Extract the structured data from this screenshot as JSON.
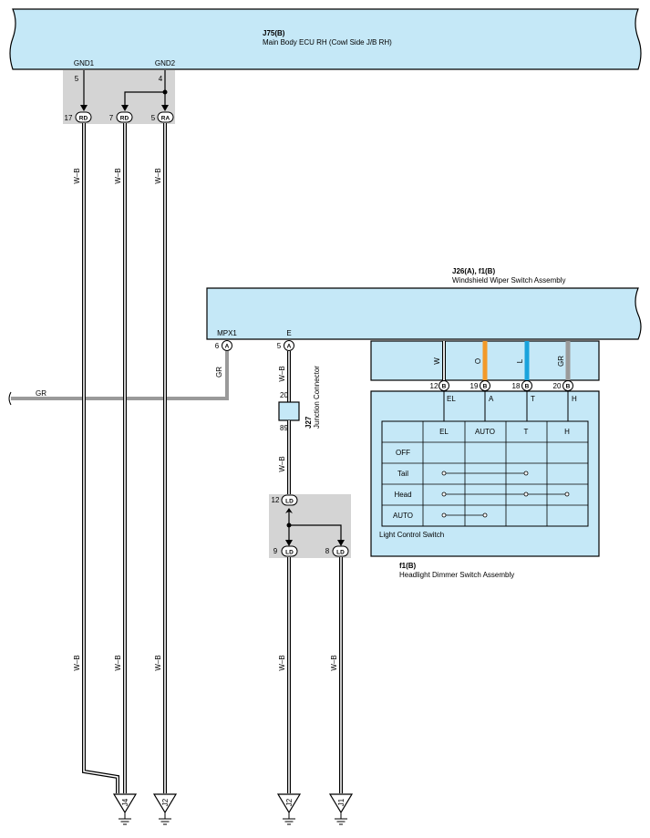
{
  "ecu": {
    "connector": "J75(B)",
    "name": "Main Body ECU RH (Cowl Side J/B RH)",
    "terminals": [
      {
        "label": "GND1",
        "pin": "5"
      },
      {
        "label": "GND2",
        "pin": "4"
      }
    ]
  },
  "ecu_junction_pins": [
    {
      "num": "17",
      "code": "RD"
    },
    {
      "num": "7",
      "code": "RD"
    },
    {
      "num": "5",
      "code": "RA"
    }
  ],
  "wiper_switch": {
    "connector": "J26(A), f1(B)",
    "name": "Windshield Wiper Switch Assembly",
    "terminals": [
      {
        "label": "MPX1",
        "pin": "6",
        "code": "A"
      },
      {
        "label": "E",
        "pin": "5",
        "code": "A"
      }
    ]
  },
  "junction_connector": {
    "id": "J27",
    "name": "Junction Connector",
    "pin_top": "20",
    "pin_bottom": "89"
  },
  "ld_junction": {
    "input": {
      "num": "12",
      "code": "LD"
    },
    "outputs": [
      {
        "num": "9",
        "code": "LD"
      },
      {
        "num": "8",
        "code": "LD"
      }
    ]
  },
  "dimmer_switch": {
    "connector": "f1(B)",
    "name": "Headlight Dimmer Switch Assembly",
    "wires": [
      {
        "color": "W",
        "hex": "#ffffff"
      },
      {
        "color": "O",
        "hex": "#f39a2a"
      },
      {
        "color": "L",
        "hex": "#1aa3dc"
      },
      {
        "color": "GR",
        "hex": "#9a9a9a"
      }
    ],
    "pins": [
      {
        "num": "12",
        "code": "B",
        "label": "EL"
      },
      {
        "num": "19",
        "code": "B",
        "label": "A"
      },
      {
        "num": "18",
        "code": "B",
        "label": "T"
      },
      {
        "num": "20",
        "code": "B",
        "label": "H"
      }
    ],
    "table": {
      "columns": [
        "EL",
        "AUTO",
        "T",
        "H"
      ],
      "rows": [
        "OFF",
        "Tail",
        "Head",
        "AUTO"
      ]
    },
    "switch_name": "Light Control Switch"
  },
  "wire_labels": {
    "wb": "W–B",
    "gr": "GR"
  },
  "grounds": [
    "J4",
    "J2",
    "J2",
    "J1"
  ],
  "colors": {
    "component_fill": "#c5e8f7",
    "junction_fill": "#d4d4d4",
    "gr_wire": "#9a9a9a",
    "o_wire": "#f39a2a",
    "l_wire": "#1aa3dc"
  }
}
